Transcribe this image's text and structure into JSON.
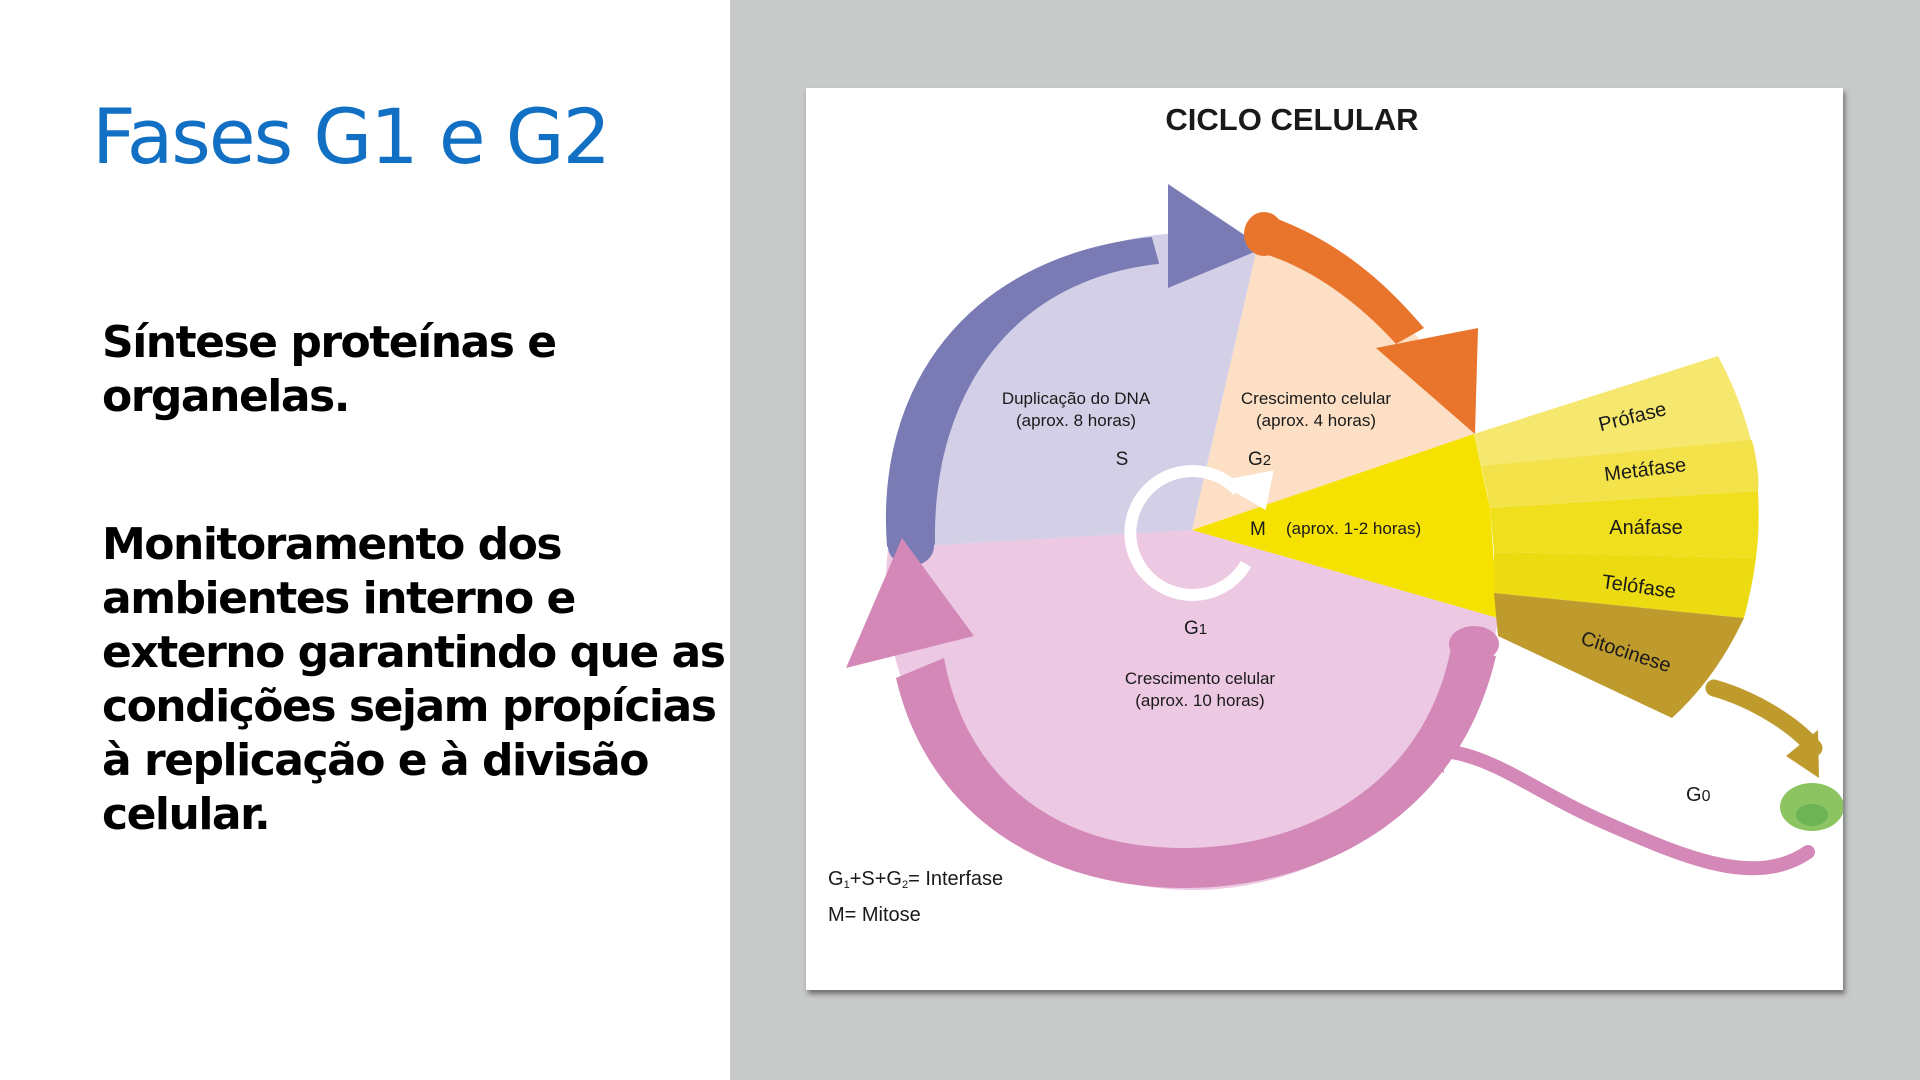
{
  "slide": {
    "title": "Fases G1 e G2",
    "paragraphs": [
      "Síntese proteínas e organelas.",
      "Monitoramento dos ambientes interno e externo garantindo que as condições sejam propícias à replicação e à divisão celular."
    ]
  },
  "diagram": {
    "title": "CICLO CELULAR",
    "phases": {
      "s": {
        "label": "S",
        "desc_line1": "Duplicação do DNA",
        "desc_line2": "(aprox. 8 horas)",
        "color": "#d3cfe6",
        "arrow_color": "#7a7bb5"
      },
      "g2": {
        "label": "G",
        "sub": "2",
        "desc_line1": "Crescimento celular",
        "desc_line2": "(aprox. 4 horas)",
        "color": "#fcdfc4",
        "arrow_color": "#e9742c"
      },
      "m": {
        "label": "M",
        "desc": "(aprox. 1-2 horas)",
        "color": "#f5e200"
      },
      "g1": {
        "label": "G",
        "sub": "1",
        "desc_line1": "Crescimento celular",
        "desc_line2": "(aprox. 10 horas)",
        "color": "#ecc8e2",
        "arrow_color": "#d388b8"
      },
      "g0": {
        "label": "G",
        "sub": "0",
        "cell_color": "#8cc462"
      }
    },
    "mitosis_stages": [
      {
        "label": "Prófase",
        "color": "#f6e76e"
      },
      {
        "label": "Metáfase",
        "color": "#f3e24a"
      },
      {
        "label": "Anáfase",
        "color": "#efdf1c"
      },
      {
        "label": "Telófase",
        "color": "#ecdb10"
      },
      {
        "label": "Citocinese",
        "color": "#bf9b2e"
      }
    ],
    "legend": {
      "line1_g1": "G",
      "line1_sub1": "1",
      "line1_mid": "+S+G",
      "line1_sub2": "2",
      "line1_end": "= Interfase",
      "line2": "M= Mitose"
    }
  }
}
